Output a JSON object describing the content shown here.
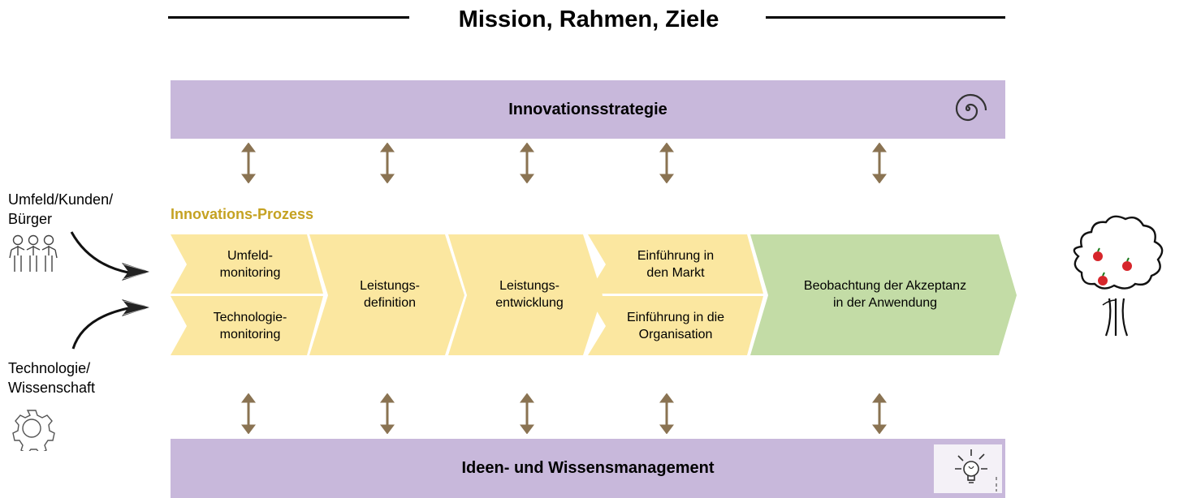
{
  "title": "Mission, Rahmen, Ziele",
  "top_band": {
    "label": "Innovationsstrategie",
    "icon": "spiral-icon"
  },
  "bottom_band": {
    "label": "Ideen- und Wissensmanagement",
    "icon": "lightbulb-icon"
  },
  "process_label": "Innovations-Prozess",
  "inputs": {
    "customers": {
      "line1": "Umfeld/Kunden/",
      "line2": "Bürger",
      "icon": "people-icon"
    },
    "technology": {
      "line1": "Technologie/",
      "line2": "Wissenschaft",
      "icon": "gear-icon"
    }
  },
  "steps": {
    "umfeld": {
      "line1": "Umfeld-",
      "line2": "monitoring"
    },
    "technologie": {
      "line1": "Technologie-",
      "line2": "monitoring"
    },
    "leistungsdefinition": {
      "line1": "Leistungs-",
      "line2": "definition"
    },
    "leistungsentwicklung": {
      "line1": "Leistungs-",
      "line2": "entwicklung"
    },
    "markt": {
      "line1": "Einführung in",
      "line2": "den Markt"
    },
    "organisation": {
      "line1": "Einführung in die",
      "line2": "Organisation"
    },
    "beobachtung": {
      "line1": "Beobachtung der Akzeptanz",
      "line2": "in der Anwendung"
    }
  },
  "output_icon": "apple-tree-icon",
  "colors": {
    "band": "#c8b8db",
    "chevron_yellow": "#fbe7a0",
    "chevron_green": "#c3dca6",
    "process_label": "#c5a222",
    "arrow": "#8a7352"
  }
}
